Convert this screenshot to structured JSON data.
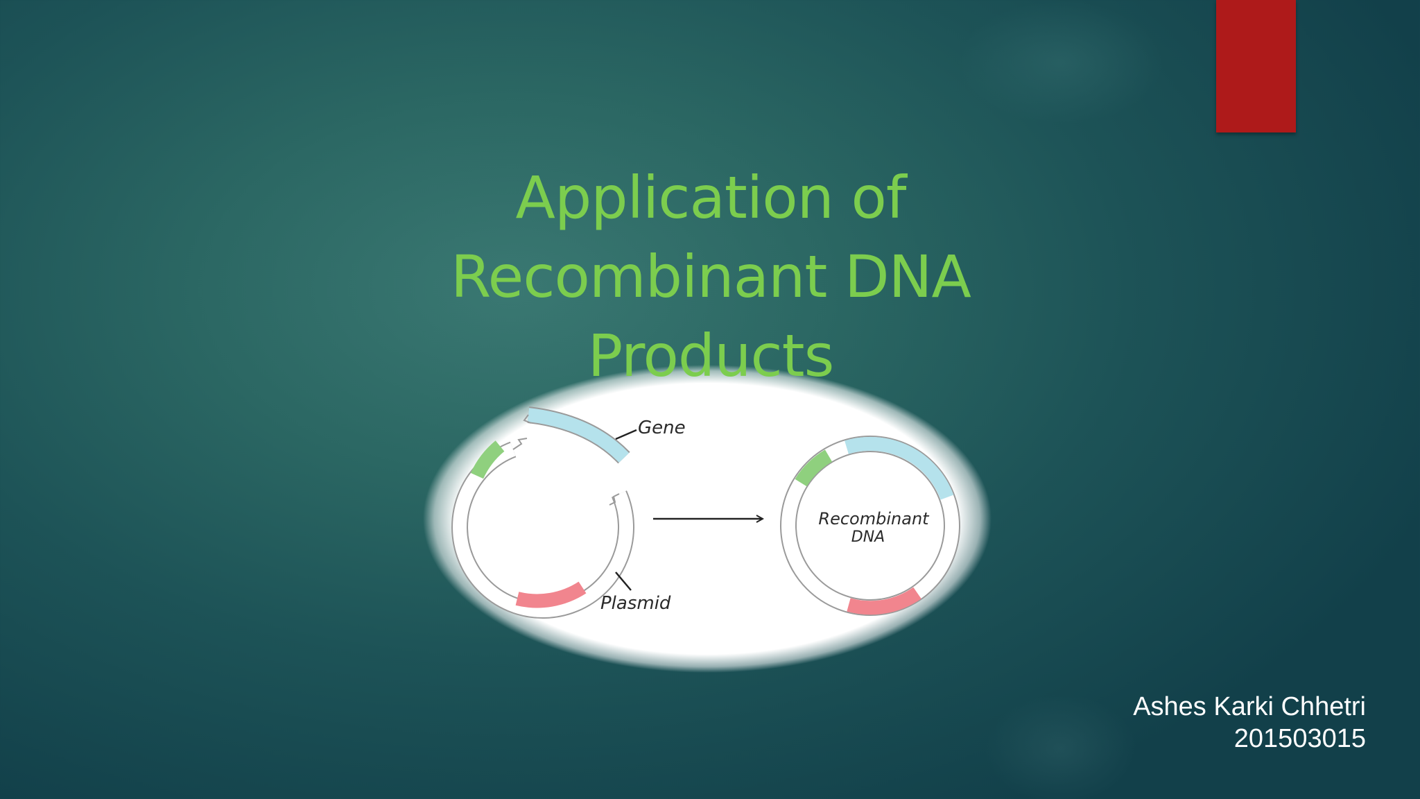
{
  "slide": {
    "title_lines": [
      "Application of",
      "Recombinant DNA",
      "Products"
    ],
    "accent_color": "#ae1a1a",
    "title_color": "#7ccd4e",
    "author_name": "Ashes Karki Chhetri",
    "author_id": "201503015"
  },
  "diagram": {
    "labels": {
      "gene": "Gene",
      "plasmid": "Plasmid",
      "recombinant_line1": "Recombinant",
      "recombinant_line2": "DNA"
    },
    "colors": {
      "gene_segment": "#b5e2ec",
      "marker_green": "#8fd07e",
      "marker_red": "#f1858e",
      "ring_outline": "#9a9a9a"
    }
  }
}
